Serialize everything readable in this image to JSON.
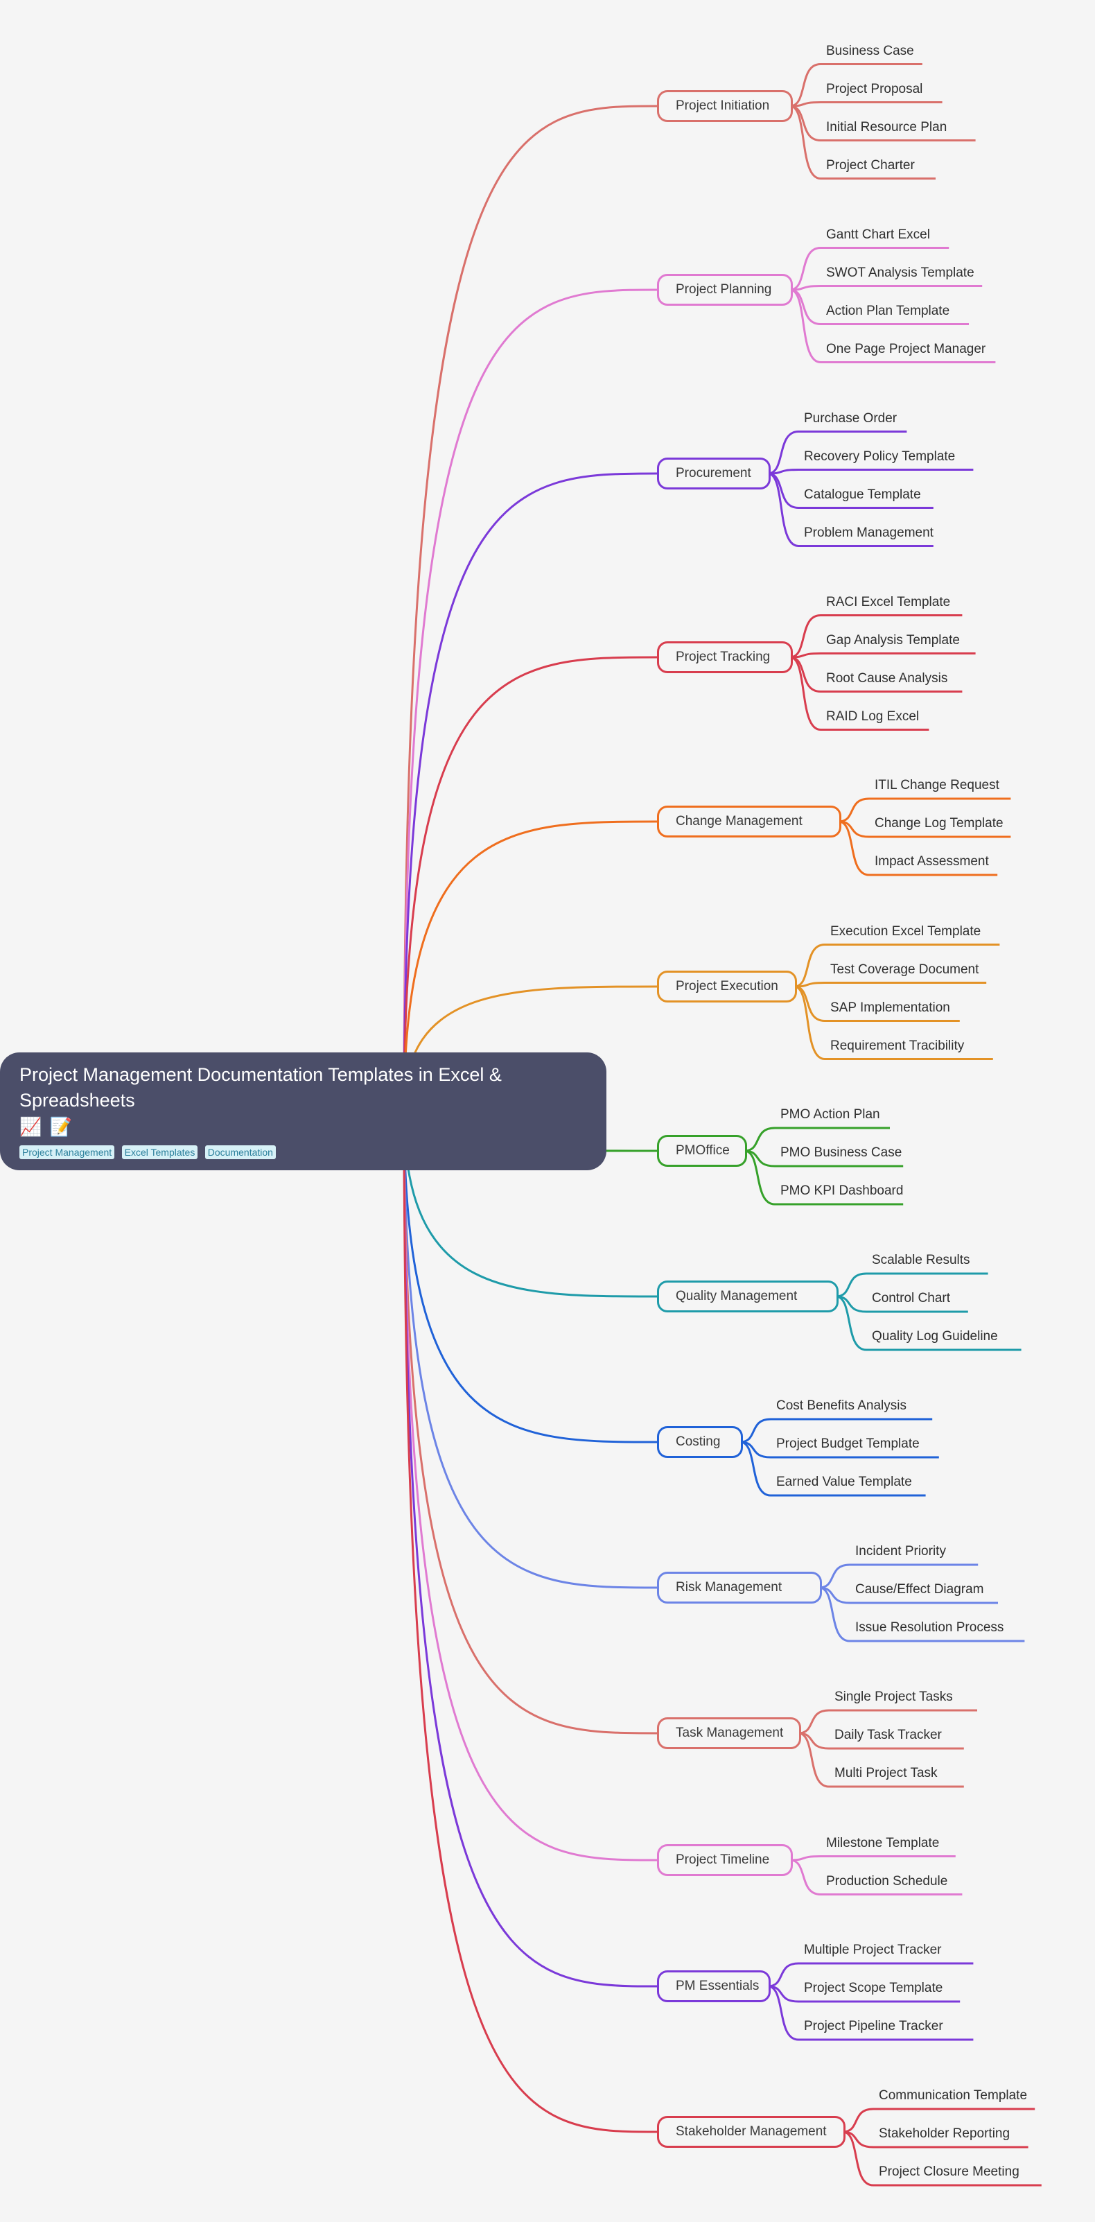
{
  "root": {
    "title": "Project Management Documentation Templates in Excel & Spreadsheets",
    "icons": [
      "chart-increasing-icon",
      "memo-icon"
    ],
    "icon_glyphs": [
      "📈",
      "📝"
    ],
    "tags": [
      "Project Management",
      "Excel Templates",
      "Documentation"
    ]
  },
  "branches": [
    {
      "label": "Project Initiation",
      "color": "#d9706b",
      "children": [
        "Business Case",
        "Project Proposal",
        "Initial Resource Plan",
        "Project Charter"
      ]
    },
    {
      "label": "Project Planning",
      "color": "#e07ad1",
      "children": [
        "Gantt Chart Excel",
        "SWOT Analysis Template",
        "Action Plan Template",
        "One Page Project Manager"
      ]
    },
    {
      "label": "Procurement",
      "color": "#7b39d9",
      "children": [
        "Purchase Order",
        "Recovery Policy Template",
        "Catalogue Template",
        "Problem Management"
      ]
    },
    {
      "label": "Project Tracking",
      "color": "#d83d4e",
      "children": [
        "RACI Excel Template",
        "Gap Analysis Template",
        "Root Cause Analysis",
        "RAID Log Excel"
      ]
    },
    {
      "label": "Change Management",
      "color": "#ef6e1e",
      "children": [
        "ITIL Change Request",
        "Change Log Template",
        "Impact Assessment"
      ]
    },
    {
      "label": "Project Execution",
      "color": "#e39226",
      "children": [
        "Execution Excel Template",
        "Test Coverage Document",
        "SAP Implementation",
        "Requirement Tracibility"
      ]
    },
    {
      "label": "PMOffice",
      "color": "#36a12a",
      "children": [
        "PMO Action Plan",
        "PMO Business Case",
        "PMO KPI Dashboard"
      ]
    },
    {
      "label": "Quality Management",
      "color": "#1e9ba9",
      "children": [
        "Scalable Results",
        "Control Chart",
        "Quality Log Guideline"
      ]
    },
    {
      "label": "Costing",
      "color": "#2062d8",
      "children": [
        "Cost Benefits Analysis",
        "Project Budget Template",
        "Earned Value Template"
      ]
    },
    {
      "label": "Risk Management",
      "color": "#6c84e6",
      "children": [
        "Incident Priority",
        "Cause/Effect Diagram",
        "Issue Resolution Process"
      ]
    },
    {
      "label": "Task Management",
      "color": "#d9706b",
      "children": [
        "Single Project Tasks",
        "Daily Task Tracker",
        "Multi Project Task"
      ]
    },
    {
      "label": "Project Timeline",
      "color": "#e07ad1",
      "children": [
        "Milestone Template",
        "Production Schedule"
      ]
    },
    {
      "label": "PM Essentials",
      "color": "#7b39d9",
      "children": [
        "Multiple Project Tracker",
        "Project Scope Template",
        "Project Pipeline Tracker"
      ]
    },
    {
      "label": "Stakeholder Management",
      "color": "#d83d4e",
      "children": [
        "Communication Template",
        "Stakeholder Reporting",
        "Project Closure Meeting"
      ]
    }
  ]
}
